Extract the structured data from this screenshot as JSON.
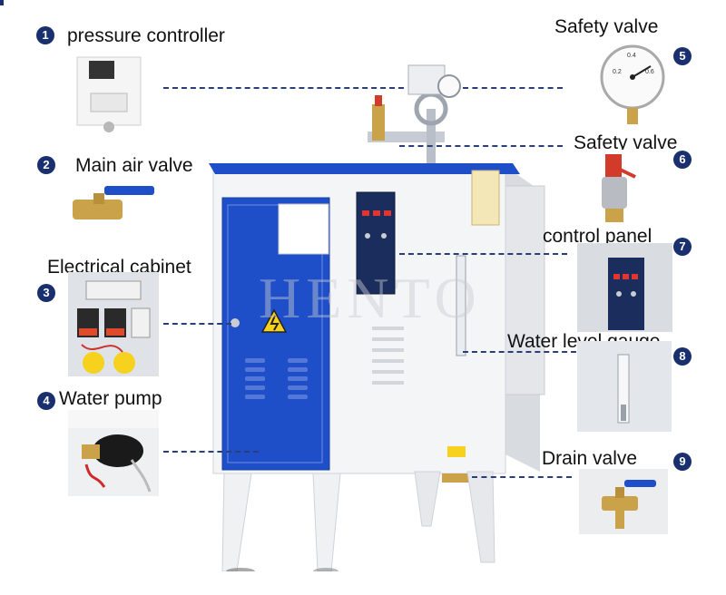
{
  "callouts": [
    {
      "number": "1",
      "label": "pressure controller"
    },
    {
      "number": "2",
      "label": "Main air valve"
    },
    {
      "number": "3",
      "label": "Electrical cabinet"
    },
    {
      "number": "4",
      "label": "Water pump"
    },
    {
      "number": "5",
      "label": "Safety valve"
    },
    {
      "number": "6",
      "label": "Safety valve"
    },
    {
      "number": "7",
      "label": "control panel"
    },
    {
      "number": "8",
      "label": "Water level gauge"
    },
    {
      "number": "9",
      "label": "Drain valve"
    }
  ],
  "watermark": "HENTO",
  "colors": {
    "badge": "#1a2f6e",
    "cabinet_blue": "#1f4fc8",
    "leader_line": "#2a3f7a"
  }
}
